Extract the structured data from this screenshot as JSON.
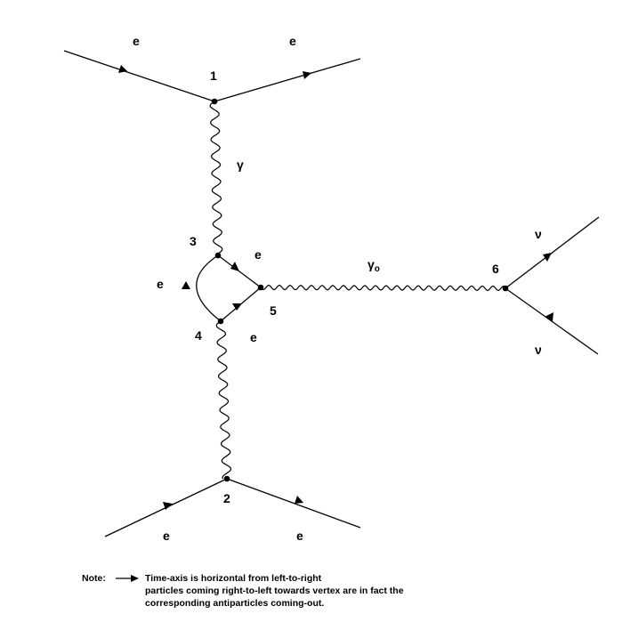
{
  "labels": {
    "e_in_top": "e",
    "e_out_top": "e",
    "v1": "1",
    "photon_top": "γ",
    "v3": "3",
    "e_loop_right_top": "e",
    "e_loop_left": "e",
    "v4": "4",
    "v5": "5",
    "e_loop_right_bottom": "e",
    "photon_mid": "γ",
    "photon_mid_sub": "o",
    "v6": "6",
    "nu_top": "ν",
    "nu_bottom": "ν",
    "v2": "2",
    "e_in_bottom": "e",
    "e_out_bottom": "e"
  },
  "note": {
    "prefix": "Note:",
    "line1": "Time-axis is horizontal from left-to-right",
    "line2": "particles coming right-to-left towards vertex are in fact the",
    "line3": "corresponding antiparticles coming-out."
  }
}
